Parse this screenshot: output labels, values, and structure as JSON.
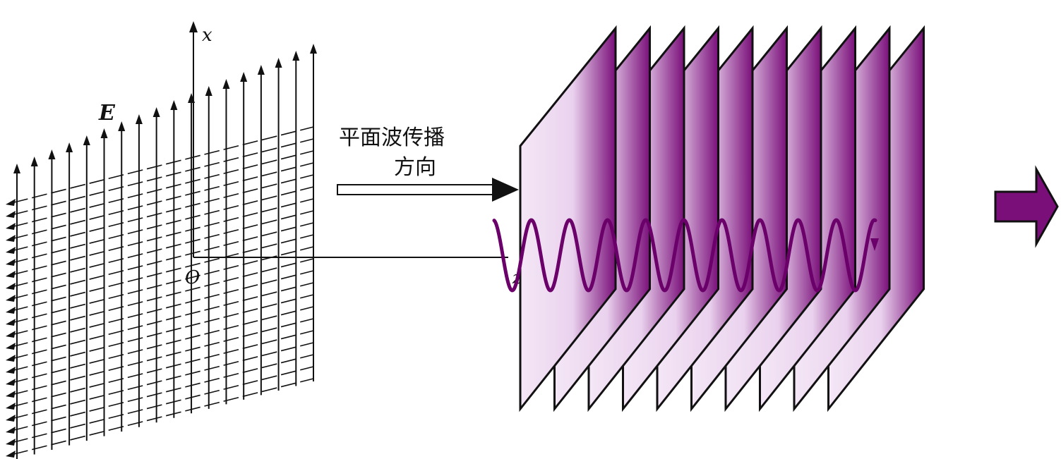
{
  "figure": {
    "labels": {
      "axis_x": "x",
      "origin": "O",
      "field": "E",
      "axis_z": "z",
      "direction_line1": "平面波传播",
      "direction_line2": "方向"
    },
    "colors": {
      "plate_dark": "#7a0f7a",
      "plate_light": "#f4e7f6",
      "wave": "#6b006b",
      "arrow_fill": "#7a0f7a",
      "ink": "#111111"
    },
    "plates": {
      "count": 10
    },
    "wave": {
      "cycles": 10
    }
  }
}
